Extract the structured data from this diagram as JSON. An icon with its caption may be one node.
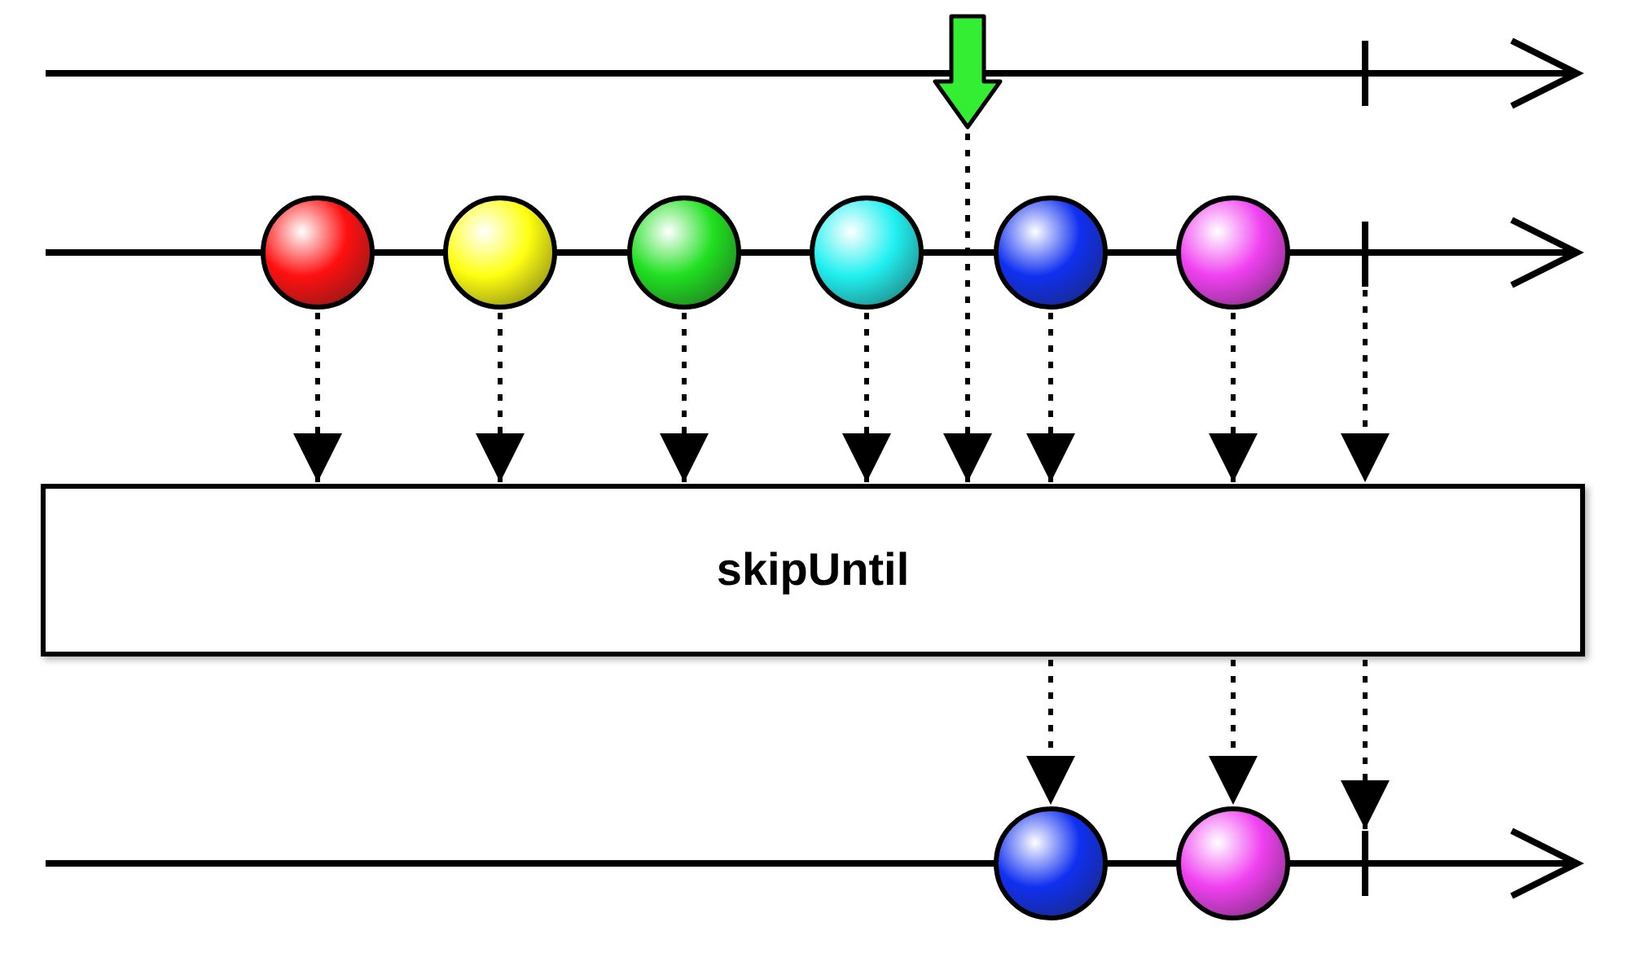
{
  "diagram": {
    "nodes": [
      {
        "text": [],
        "shape": "arrow"
      },
      {
        "text": [],
        "shape": "circle"
      },
      {
        "text": [],
        "shape": "circle"
      },
      {
        "text": [],
        "shape": "circle"
      },
      {
        "text": [],
        "shape": "circle"
      },
      {
        "text": [],
        "shape": "circle"
      },
      {
        "text": [],
        "shape": "circle"
      },
      {
        "text": [],
        "shape": "bar"
      },
      {
        "text": [
          "skipUntil"
        ]
      },
      {
        "text": [],
        "shape": "circle"
      },
      {
        "text": [],
        "shape": "circle"
      },
      {
        "text": [],
        "shape": "bar"
      }
    ],
    "edges": [
      {
        "from": 0,
        "to": 8,
        "arrow": "to",
        "style": "dashed"
      },
      {
        "from": 1,
        "to": 8,
        "arrow": "to",
        "style": "dashed"
      },
      {
        "from": 2,
        "to": 8,
        "arrow": "to",
        "style": "dashed"
      },
      {
        "from": 3,
        "to": 8,
        "arrow": "to",
        "style": "dashed"
      },
      {
        "from": 4,
        "to": 8,
        "arrow": "to",
        "style": "dashed"
      },
      {
        "from": 5,
        "to": 8,
        "arrow": "to",
        "style": "dashed"
      },
      {
        "from": 6,
        "to": 8,
        "arrow": "to",
        "style": "dashed"
      },
      {
        "from": 7,
        "to": 8,
        "arrow": "to",
        "style": "dashed"
      },
      {
        "from": 8,
        "to": 9,
        "arrow": "to",
        "style": "dashed"
      },
      {
        "from": 8,
        "to": 10,
        "arrow": "to",
        "style": "dashed"
      },
      {
        "from": 8,
        "to": 11,
        "arrow": "to",
        "style": "dashed"
      }
    ]
  }
}
